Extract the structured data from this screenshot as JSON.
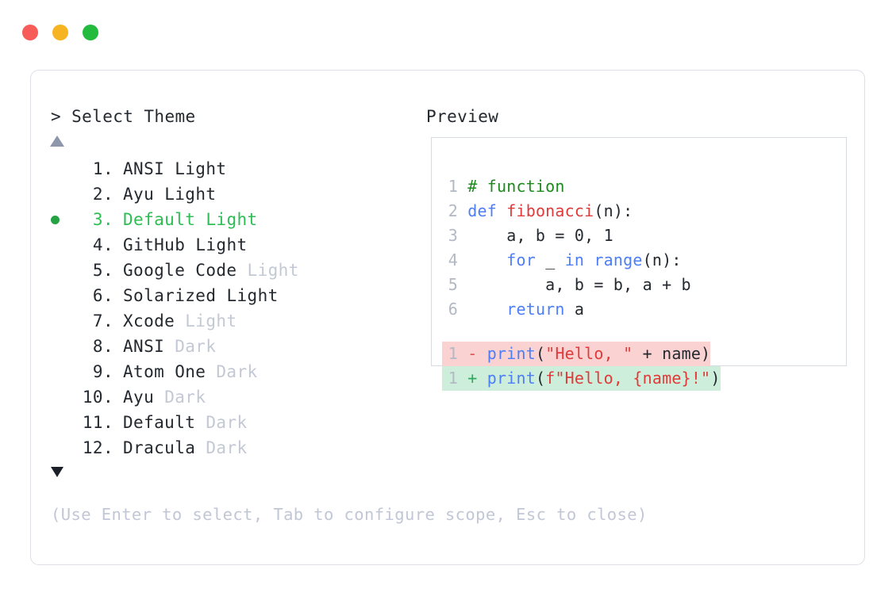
{
  "window": {
    "dots": [
      {
        "name": "close",
        "color": "#f75c58"
      },
      {
        "name": "minimize",
        "color": "#f6b322"
      },
      {
        "name": "maximize",
        "color": "#22bb3d"
      }
    ]
  },
  "left_panel": {
    "prompt": "> Select Theme",
    "scroll_up_icon": "triangle-up-icon",
    "scroll_down_icon": "triangle-down-icon",
    "selected_index": 3,
    "items": [
      {
        "num": "1.",
        "label": "ANSI",
        "suffix": "Light",
        "suffix_muted": false,
        "selected": false
      },
      {
        "num": "2.",
        "label": "Ayu",
        "suffix": "Light",
        "suffix_muted": false,
        "selected": false
      },
      {
        "num": "3.",
        "label": "Default",
        "suffix": "Light",
        "suffix_muted": false,
        "selected": true
      },
      {
        "num": "4.",
        "label": "GitHub",
        "suffix": "Light",
        "suffix_muted": false,
        "selected": false
      },
      {
        "num": "5.",
        "label": "Google Code",
        "suffix": "Light",
        "suffix_muted": true,
        "selected": false
      },
      {
        "num": "6.",
        "label": "Solarized",
        "suffix": "Light",
        "suffix_muted": false,
        "selected": false
      },
      {
        "num": "7.",
        "label": "Xcode",
        "suffix": "Light",
        "suffix_muted": true,
        "selected": false
      },
      {
        "num": "8.",
        "label": "ANSI",
        "suffix": "Dark",
        "suffix_muted": true,
        "selected": false
      },
      {
        "num": "9.",
        "label": "Atom One",
        "suffix": "Dark",
        "suffix_muted": true,
        "selected": false
      },
      {
        "num": "10.",
        "label": "Ayu",
        "suffix": "Dark",
        "suffix_muted": true,
        "selected": false
      },
      {
        "num": "11.",
        "label": "Default",
        "suffix": "Dark",
        "suffix_muted": true,
        "selected": false
      },
      {
        "num": "12.",
        "label": "Dracula",
        "suffix": "Dark",
        "suffix_muted": true,
        "selected": false
      }
    ],
    "hint": "(Use Enter to select, Tab to configure scope, Esc to close)"
  },
  "right_panel": {
    "title": "Preview",
    "code_lines": [
      {
        "ln": "1",
        "tokens": [
          {
            "t": "# function",
            "c": "comment"
          }
        ]
      },
      {
        "ln": "2",
        "tokens": [
          {
            "t": "def ",
            "c": "kw"
          },
          {
            "t": "fibonacci",
            "c": "fn"
          },
          {
            "t": "(n):",
            "c": "punct"
          }
        ]
      },
      {
        "ln": "3",
        "tokens": [
          {
            "t": "    a, b = 0, 1",
            "c": "plain"
          }
        ]
      },
      {
        "ln": "4",
        "tokens": [
          {
            "t": "    ",
            "c": "plain"
          },
          {
            "t": "for",
            "c": "kw"
          },
          {
            "t": " _ ",
            "c": "plain"
          },
          {
            "t": "in",
            "c": "kw"
          },
          {
            "t": " ",
            "c": "plain"
          },
          {
            "t": "range",
            "c": "kw"
          },
          {
            "t": "(n):",
            "c": "punct"
          }
        ]
      },
      {
        "ln": "5",
        "tokens": [
          {
            "t": "        a, b = b, a + b",
            "c": "plain"
          }
        ]
      },
      {
        "ln": "6",
        "tokens": [
          {
            "t": "    ",
            "c": "plain"
          },
          {
            "t": "return",
            "c": "kw"
          },
          {
            "t": " a",
            "c": "plain"
          }
        ]
      }
    ],
    "diff_lines": [
      {
        "ln": "1",
        "kind": "del",
        "marker": "-",
        "tokens": [
          {
            "t": "print",
            "c": "kw"
          },
          {
            "t": "(",
            "c": "punct"
          },
          {
            "t": "\"Hello, \"",
            "c": "str"
          },
          {
            "t": " + name)",
            "c": "plain"
          }
        ]
      },
      {
        "ln": "1",
        "kind": "add",
        "marker": "+",
        "tokens": [
          {
            "t": "print",
            "c": "kw"
          },
          {
            "t": "(",
            "c": "punct"
          },
          {
            "t": "f\"Hello, {name}!\"",
            "c": "str"
          },
          {
            "t": ")",
            "c": "punct"
          }
        ]
      }
    ]
  },
  "colors": {
    "comment": "#1d8a1d",
    "keyword": "#4d7ef7",
    "function": "#e03a3a",
    "string": "#e03a3a",
    "selected": "#2ebd55",
    "muted": "#c3c9d4",
    "diff_del_bg": "#fad2d2",
    "diff_add_bg": "#cdeedb"
  }
}
